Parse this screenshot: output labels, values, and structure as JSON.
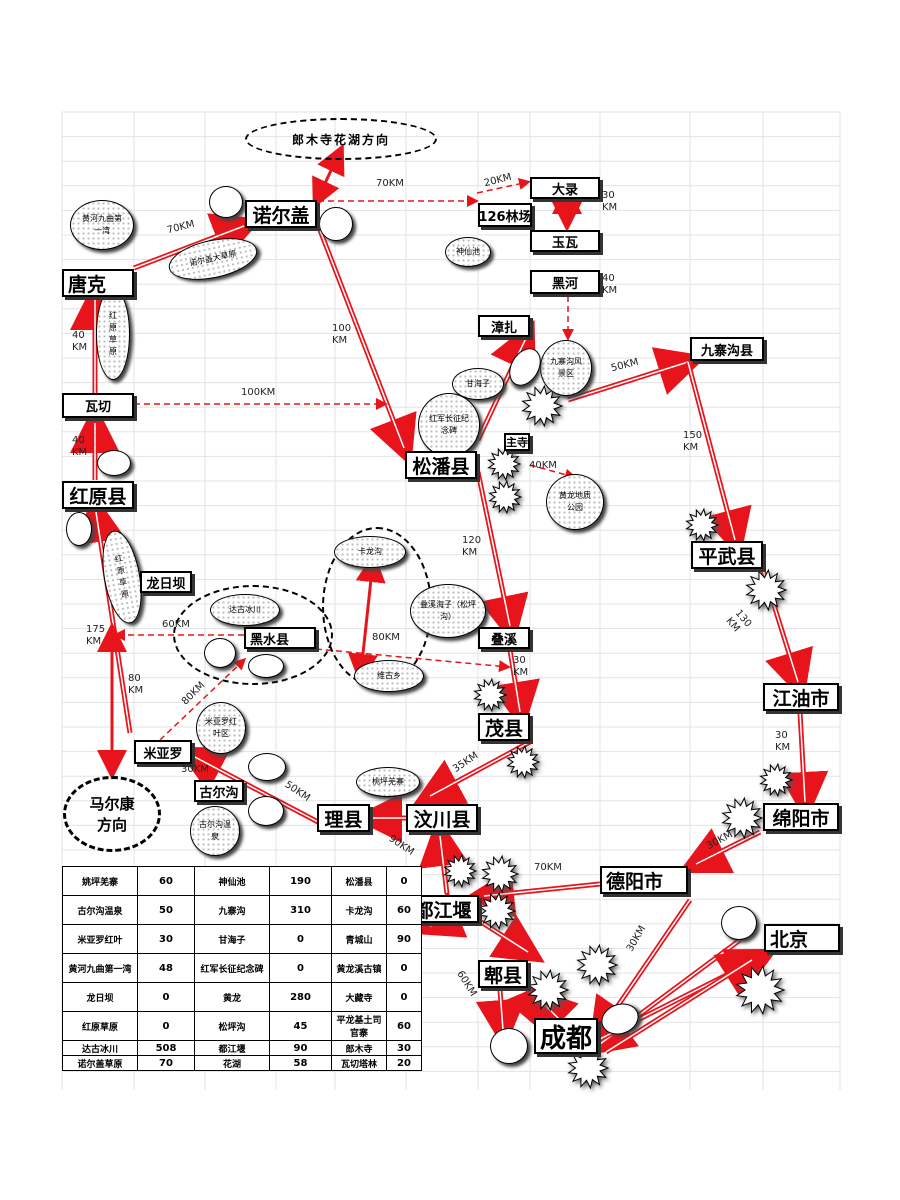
{
  "cities": {
    "nuoergai": "诺尔盖",
    "tangke": "唐克",
    "wakai": "瓦切",
    "hongyuan": "红原县",
    "songpan": "松潘县",
    "jiuzhaigou": "九寨沟县",
    "pingwu": "平武县",
    "jiangyou": "江油市",
    "mianyang": "绵阳市",
    "deyang": "德阳市",
    "beijing": "北京",
    "chengdu": "成都",
    "pixian": "郫县",
    "dujiangyan": "都江堰",
    "wenchuan": "汶川县",
    "lixian": "理县",
    "maoxian": "茂县",
    "diexi": "叠溪",
    "heishui": "黑水县",
    "miyaluo": "米亚罗",
    "guergou": "古尔沟",
    "longriba": "龙日坝",
    "dalu": "大录",
    "linchang126": "126林场",
    "yuwa": "玉瓦",
    "heihe": "黑河",
    "zhangzha": "漳扎",
    "zhusi": "主寺"
  },
  "direction_ovals": {
    "langmusi": "郎木寺花湖方向",
    "maerkang_l1": "马尔康",
    "maerkang_l2": "方向"
  },
  "scenic": {
    "huanghe": "黄河九曲第一湾",
    "nuoergai_grass": "诺尔盖大草原",
    "hongyuan_grass1": "红原草原",
    "hongyuan_grass2": "红原草原",
    "shenxianchi": "神仙池",
    "jiuzhai_area": "九寨沟风景区",
    "ganhaizi": "甘海子",
    "hongjun": "红军长征纪念碑",
    "huanglong": "黄龙地质公园",
    "dagu": "达古冰川",
    "kalonggou": "卡龙沟",
    "weigu": "维古乡",
    "diexi_lake": "叠溪海子（松坪沟）",
    "miyaluo_leaf": "米亚罗红叶区",
    "guergou_hot": "古尔沟温泉",
    "taoping": "桃坪羌寨"
  },
  "distances": {
    "d1": "70KM",
    "d2": "70KM",
    "d3": "20KM",
    "d4": "30 KM",
    "d5": "40 KM",
    "d6": "100 KM",
    "d7": "100KM",
    "d8": "40 KM",
    "d9": "40 KM",
    "d10": "50KM",
    "d11": "150 KM",
    "d12": "40KM",
    "d13": "120 KM",
    "d14": "130 KM",
    "d15": "30 KM",
    "d16": "30 KM",
    "d17": "35KM",
    "d18": "50KM",
    "d19": "30KM",
    "d20": "80KM",
    "d21": "80KM",
    "d22": "60KM",
    "d23": "175 KM",
    "d24": "80 KM",
    "d25": "90KM",
    "d26": "70KM",
    "d27": "30KM",
    "d28": "30KM",
    "d29": "60KM"
  },
  "table": {
    "rows": [
      [
        "姚坪羌寨",
        "60",
        "神仙池",
        "190",
        "松潘县",
        "0"
      ],
      [
        "古尔沟温泉",
        "50",
        "九寨沟",
        "310",
        "卡龙沟",
        "60"
      ],
      [
        "米亚罗红叶",
        "30",
        "甘海子",
        "0",
        "青城山",
        "90"
      ],
      [
        "黄河九曲第一湾",
        "48",
        "红军长征纪念碑",
        "0",
        "黄龙溪古镇",
        "0"
      ],
      [
        "龙日坝",
        "0",
        "黄龙",
        "280",
        "大藏寺",
        "0"
      ],
      [
        "红原草原",
        "0",
        "松坪沟",
        "45",
        "平龙基土司官寨",
        "60"
      ],
      [
        "达古冰川",
        "508",
        "都江堰",
        "90",
        "郎木寺",
        "30"
      ],
      [
        "诺尔盖草原",
        "70",
        "花湖",
        "58",
        "瓦切塔林",
        "20"
      ]
    ]
  },
  "colors": {
    "route": "#e8141c",
    "route_dashed": "#e8141c",
    "grid": "#e3e3e3",
    "text": "#000000"
  }
}
